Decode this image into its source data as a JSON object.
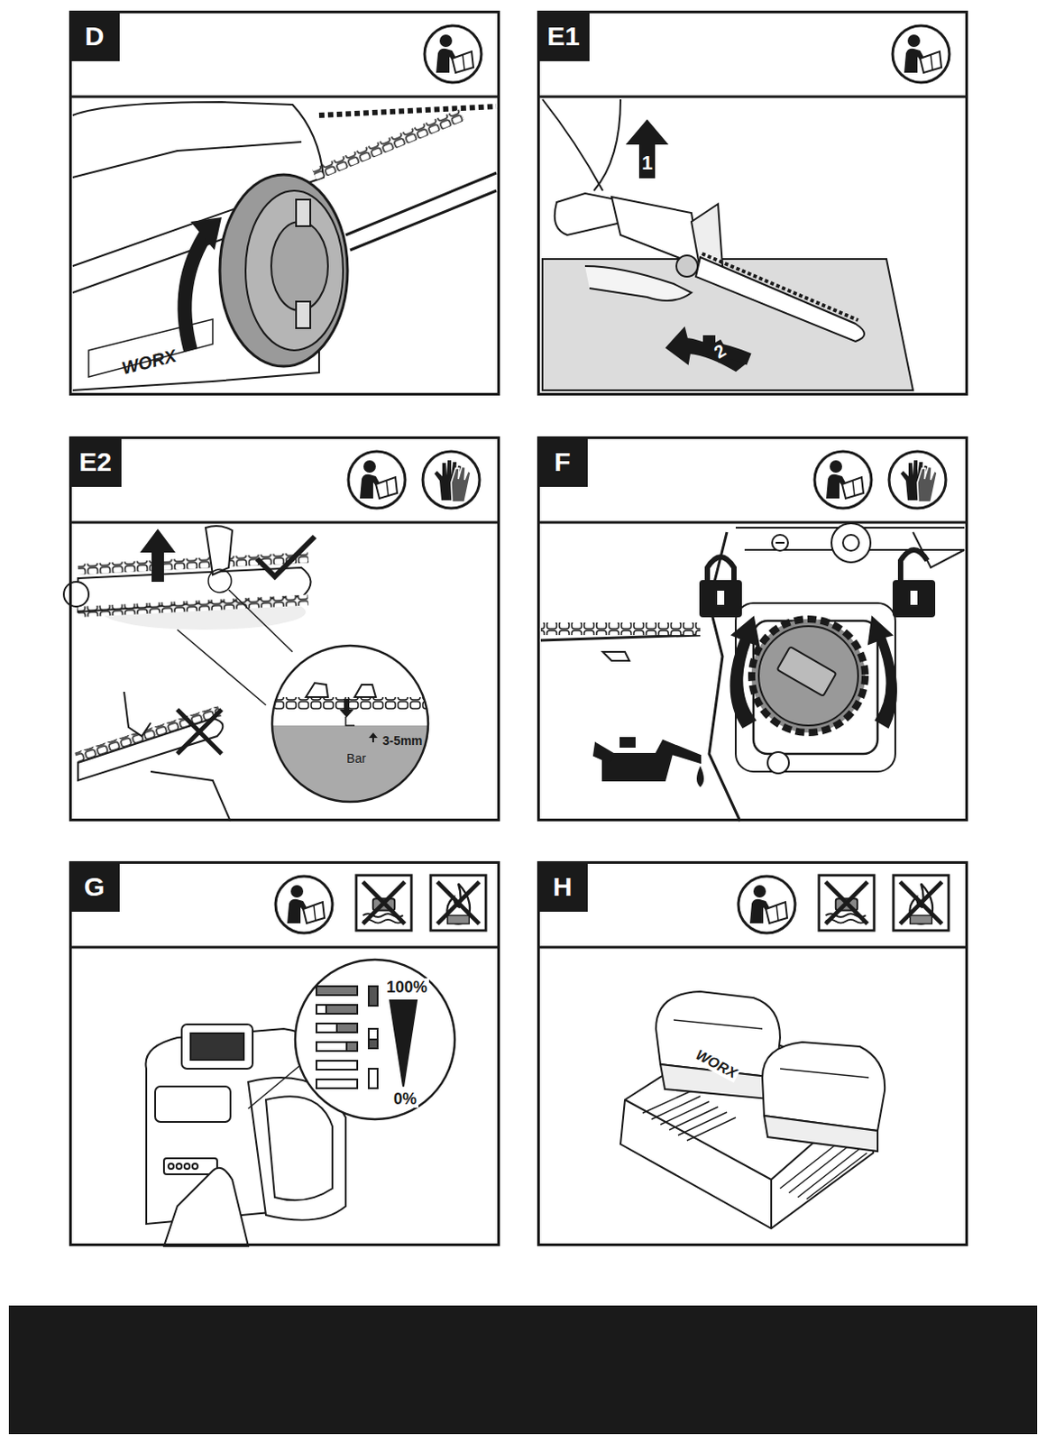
{
  "diagram": {
    "nodes": [
      {
        "text": [
          "D"
        ]
      },
      {
        "text": [
          "E1"
        ]
      },
      {
        "text": [
          "E2"
        ]
      },
      {
        "text": [
          "F"
        ]
      },
      {
        "text": [
          "G"
        ]
      },
      {
        "text": [
          "H"
        ]
      }
    ],
    "labels": [
      "WORX",
      "1",
      "2",
      "3-5mm",
      "Bar",
      "100%",
      "0%",
      "WORX"
    ]
  }
}
